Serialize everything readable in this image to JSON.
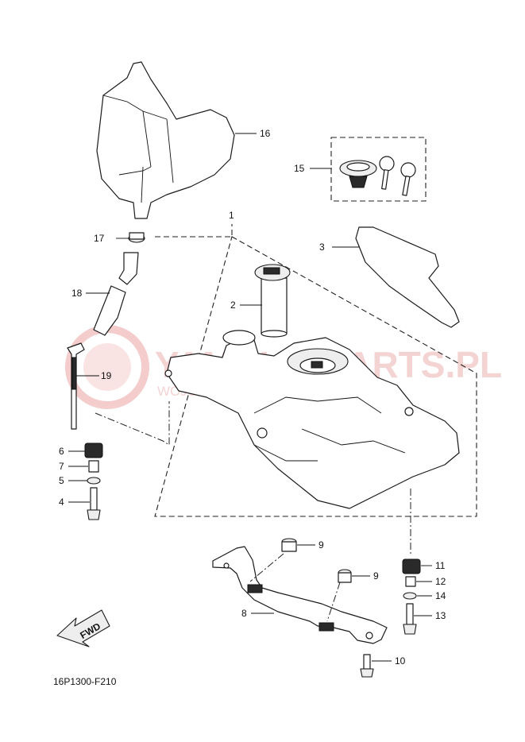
{
  "watermark": {
    "title": "YAMAHA-PARTS.PL",
    "subtitle": "WOJCIECHOWICZ DEALER YAMAHA"
  },
  "fwd_label": "FWD",
  "diagram_code": "16P1300-F210",
  "callouts": {
    "c1": "1",
    "c2": "2",
    "c3": "3",
    "c4": "4",
    "c5": "5",
    "c6": "6",
    "c7": "7",
    "c8": "8",
    "c9a": "9",
    "c9b": "9",
    "c10": "10",
    "c11": "11",
    "c12": "12",
    "c13": "13",
    "c14": "14",
    "c15": "15",
    "c16": "16",
    "c17": "17",
    "c18": "18",
    "c19": "19"
  },
  "colors": {
    "ink": "#1a1a1a",
    "watermark": "#e8a0a0"
  }
}
